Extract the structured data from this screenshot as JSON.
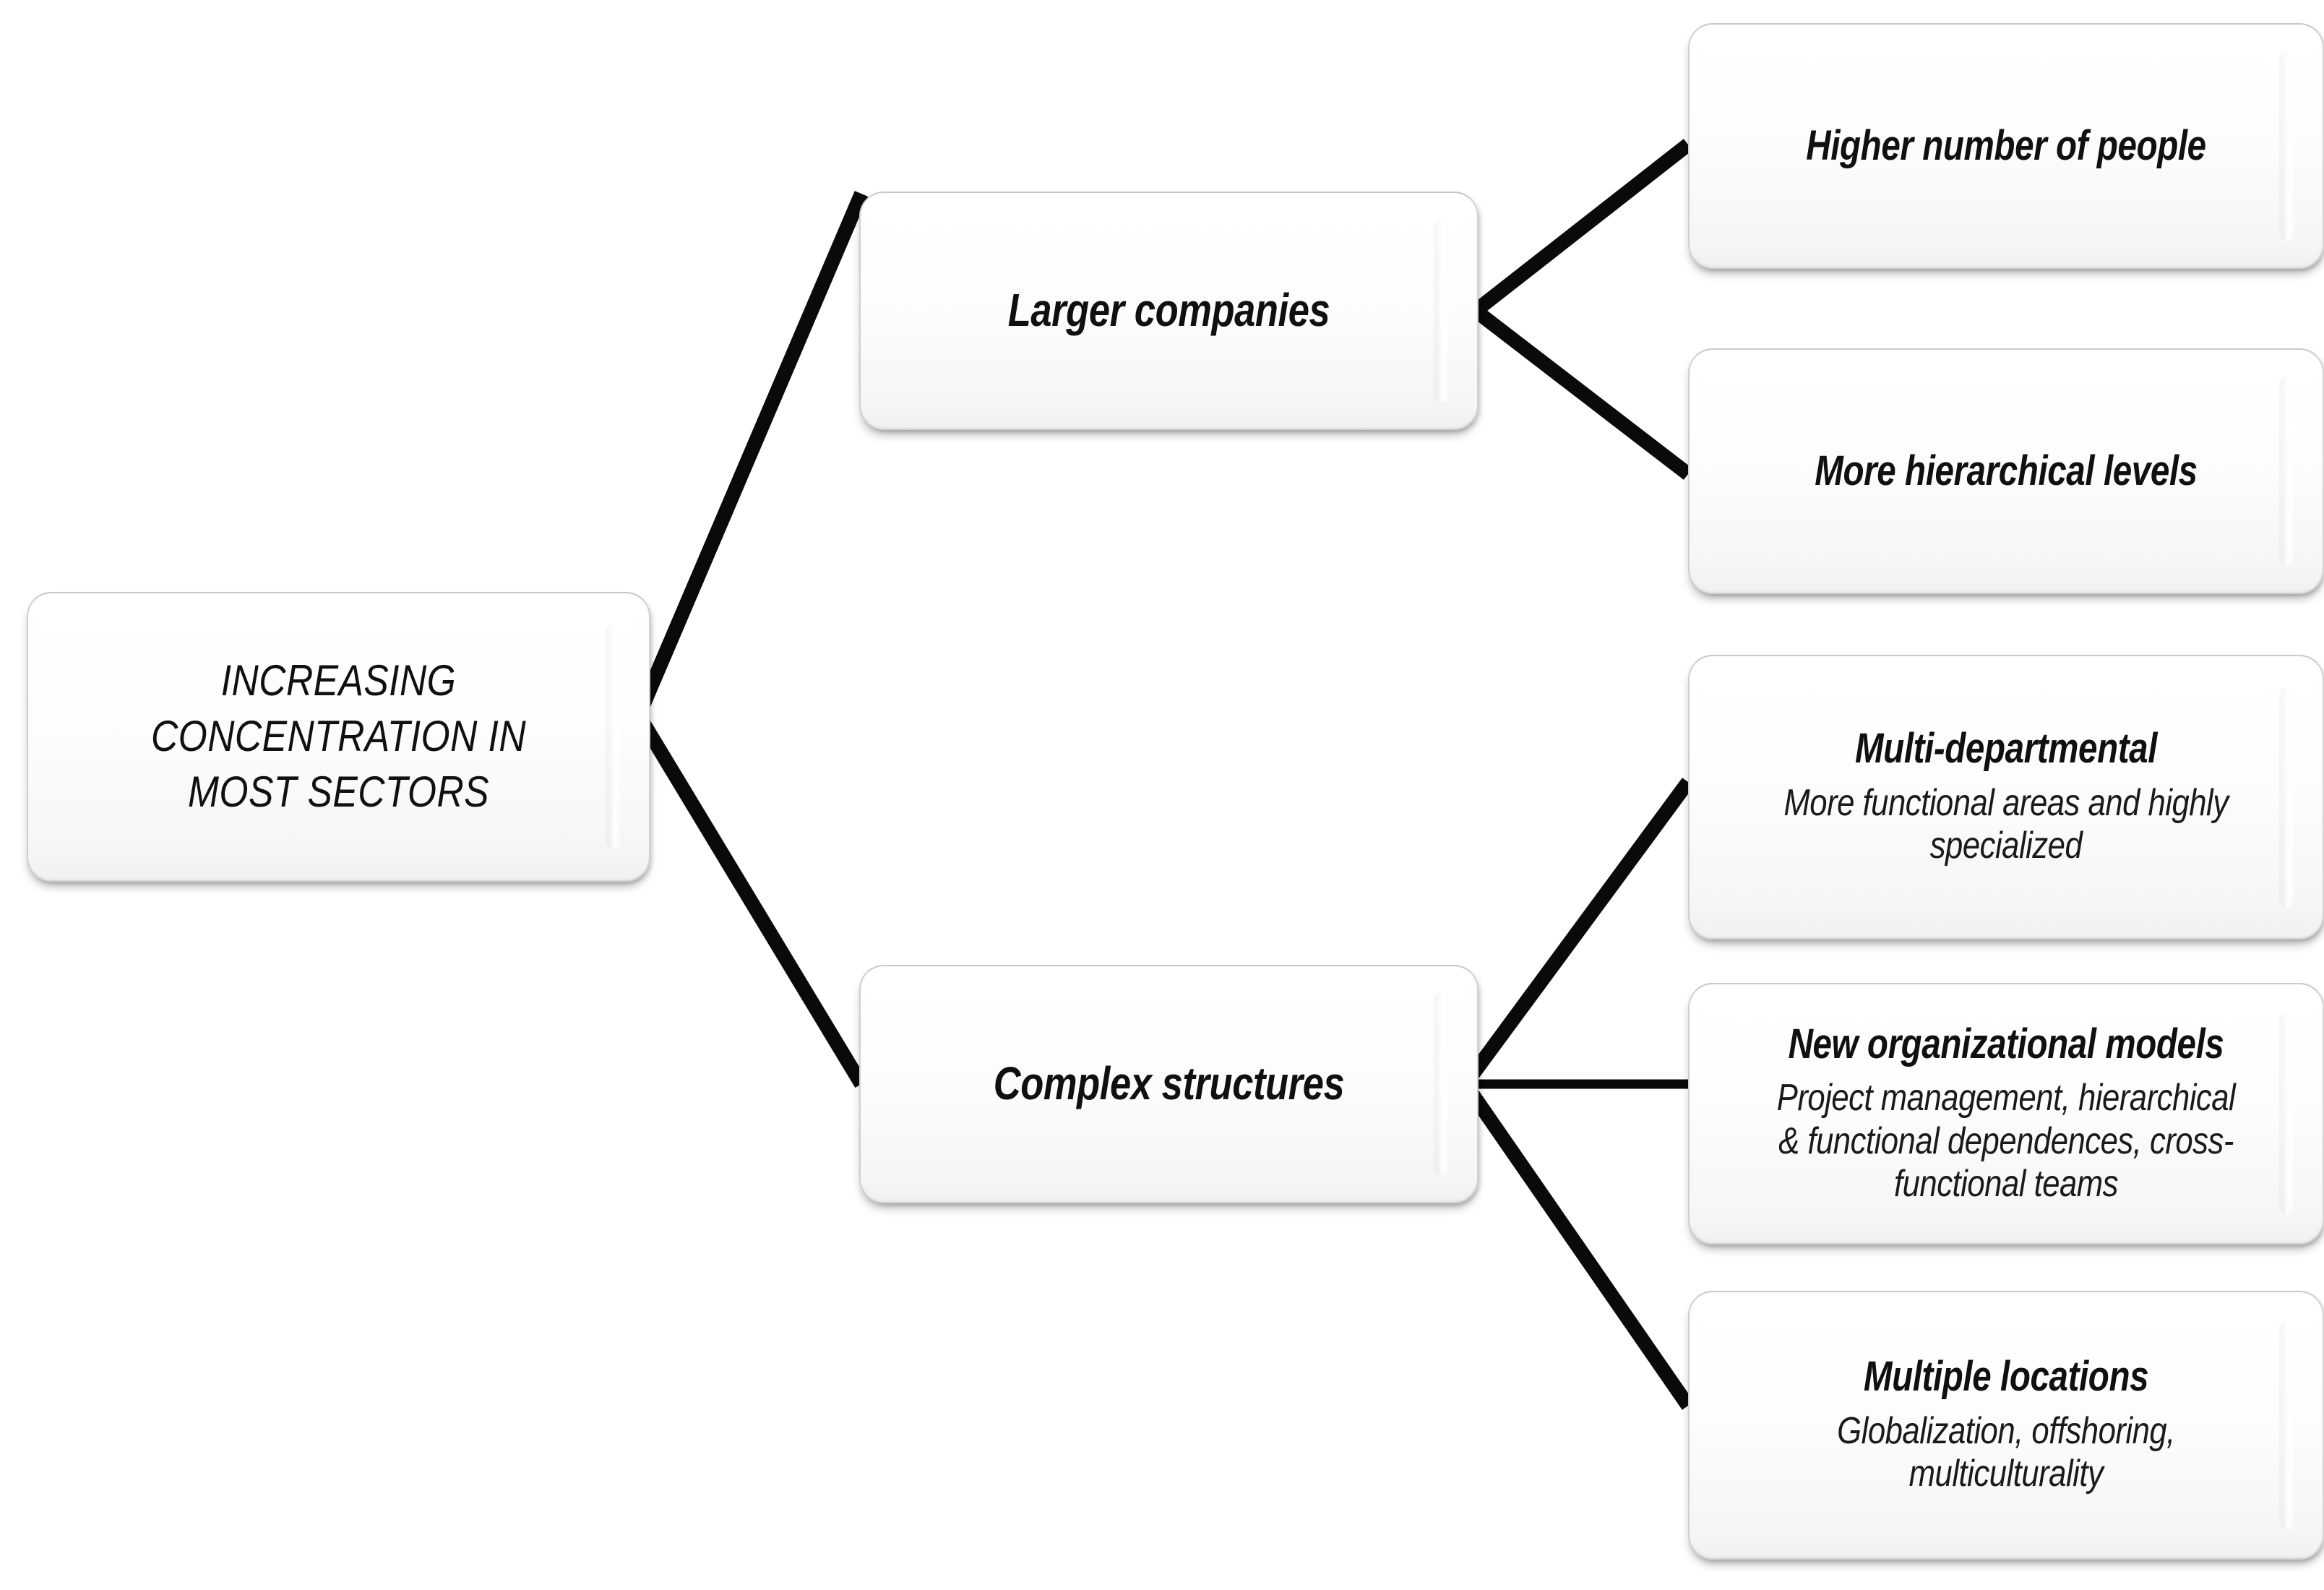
{
  "diagram": {
    "type": "hierarchy-tree",
    "orientation": "left-to-right",
    "background_color": "#ffffff",
    "connector_color": "#0a0a0a",
    "node_fill_color": "#f7f7f7",
    "node_border_color": "#d2d2d2",
    "text_color": "#101010"
  },
  "root": {
    "label": "INCREASING CONCENTRATION IN MOST SECTORS"
  },
  "branches": [
    {
      "label": "Larger companies",
      "children": [
        {
          "label": "Higher number of people",
          "detail": ""
        },
        {
          "label": "More hierarchical levels",
          "detail": ""
        }
      ]
    },
    {
      "label": "Complex structures",
      "children": [
        {
          "label": "Multi-departmental",
          "detail": "More functional areas and highly specialized"
        },
        {
          "label": "New organizational models",
          "detail": "Project management, hierarchical & functional dependences, cross-functional teams"
        },
        {
          "label": "Multiple locations",
          "detail": "Globalization, offshoring, multiculturality"
        }
      ]
    }
  ]
}
